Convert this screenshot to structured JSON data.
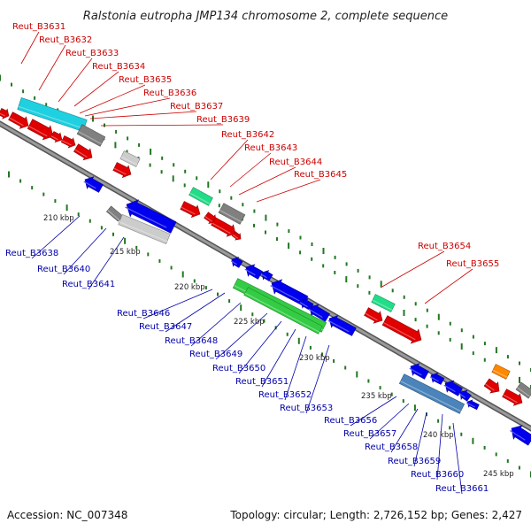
{
  "title": "Ralstonia eutropha JMP134 chromosome 2, complete sequence",
  "accession": "Accession: NC_007348",
  "topology": "Topology: circular; Length: 2,726,152 bp; Genes: 2,427",
  "kbp_labels": [
    "210 kbp",
    "215 kbp",
    "220 kbp",
    "225 kbp",
    "230 kbp",
    "235 kbp",
    "240 kbp",
    "245 kbp"
  ],
  "red_labels": [
    "Reut_B3631",
    "Reut_B3632",
    "Reut_B3633",
    "Reut_B3634",
    "Reut_B3635",
    "Reut_B3636",
    "Reut_B3637",
    "Reut_B3639",
    "Reut_B3642",
    "Reut_B3643",
    "Reut_B3644",
    "Reut_B3645",
    "Reut_B3654",
    "Reut_B3655"
  ],
  "blue_labels": [
    "Reut_B3638",
    "Reut_B3640",
    "Reut_B3641",
    "Reut_B3646",
    "Reut_B3647",
    "Reut_B3648",
    "Reut_B3649",
    "Reut_B3650",
    "Reut_B3651",
    "Reut_B3652",
    "Reut_B3653",
    "Reut_B3656",
    "Reut_B3657",
    "Reut_B3658",
    "Reut_B3659",
    "Reut_B3660",
    "Reut_B3661"
  ],
  "colors": {
    "forward_gene": "#e00000",
    "reverse_gene": "#0000ee",
    "red_label": "#cc0000",
    "blue_label": "#0000aa",
    "cyan": "#1ed0e0",
    "gray": "#808080",
    "light_gray": "#cccccc",
    "green": "#33cc44",
    "mint": "#22dd88",
    "steel": "#4a84bb",
    "orange": "#ff8800",
    "backbone": "#777777",
    "tick": "#227722"
  }
}
